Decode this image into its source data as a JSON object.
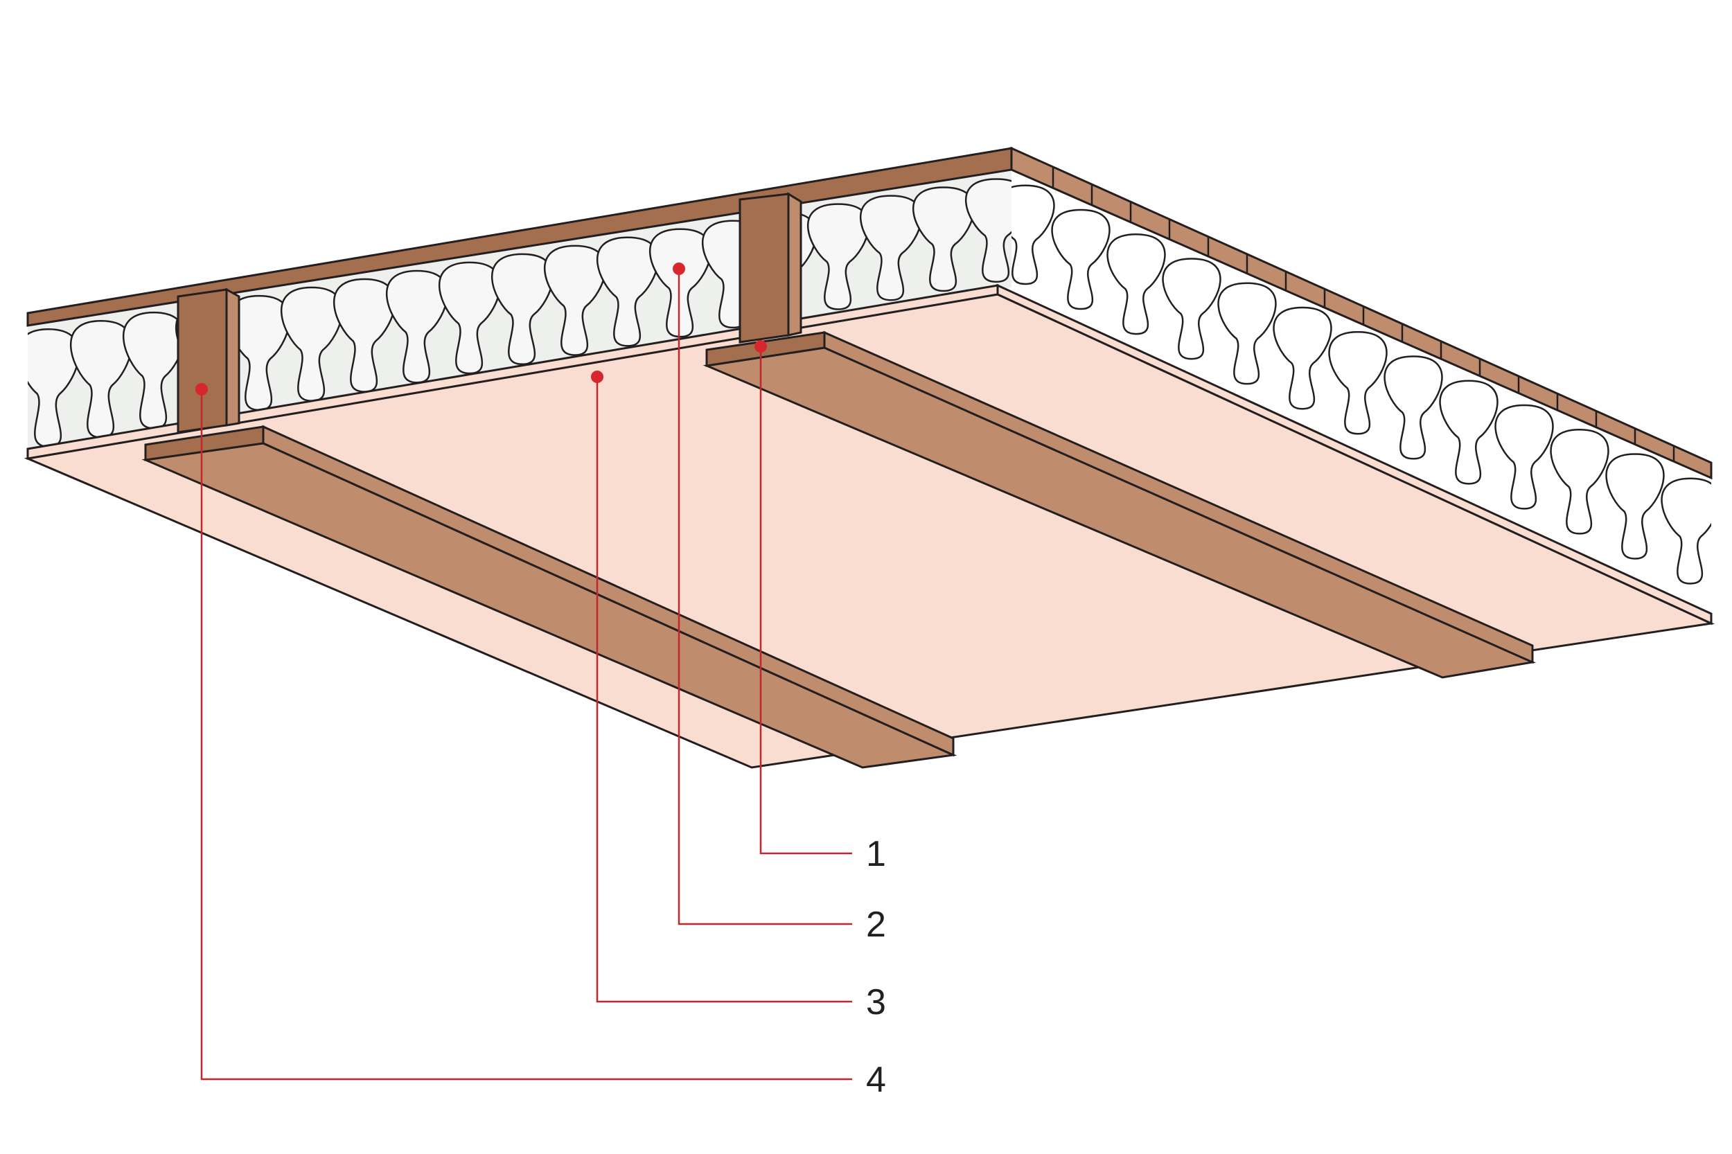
{
  "colors": {
    "background": "#ffffff",
    "outline": "#231f20",
    "timber_dark": "#a36f4f",
    "timber_light": "#c08c6e",
    "battens": "#c08c6e",
    "ceiling_board": "#f8ddd0",
    "insulation_fill": "#eef0ee",
    "insulation_shadow": "#c9ccc9",
    "leader": "#c1272d",
    "leader_dot": "#d7262d"
  },
  "callouts": [
    {
      "number": "1",
      "target": "batten"
    },
    {
      "number": "2",
      "target": "insulation"
    },
    {
      "number": "3",
      "target": "ceiling-board"
    },
    {
      "number": "4",
      "target": "joist"
    }
  ]
}
